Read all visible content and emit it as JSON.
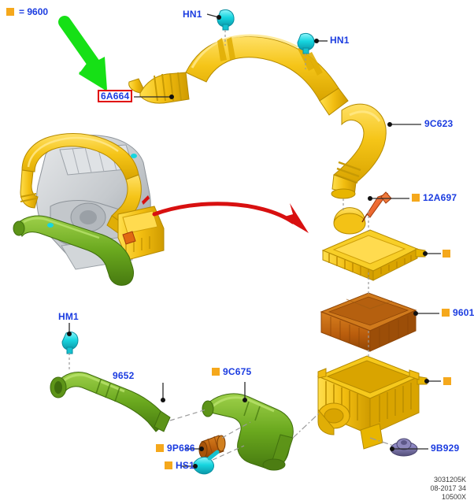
{
  "legend": {
    "marker_color": "#f5a81c",
    "text": "= 9600"
  },
  "highlight": {
    "label": "6A664",
    "arrow_color": "#16e016",
    "box_border_color": "#e00000",
    "text_color": "#1b3ce0"
  },
  "callouts": [
    {
      "id": "hn1-top",
      "label": "HN1",
      "square": false
    },
    {
      "id": "hn1-right",
      "label": "HN1",
      "square": false
    },
    {
      "id": "9c623",
      "label": "9C623",
      "square": false
    },
    {
      "id": "12a697",
      "label": "12A697",
      "square": true
    },
    {
      "id": "9601",
      "label": "9601",
      "square": true
    },
    {
      "id": "hm1",
      "label": "HM1",
      "square": false
    },
    {
      "id": "9652",
      "label": "9652",
      "square": false
    },
    {
      "id": "9c675",
      "label": "9C675",
      "square": true
    },
    {
      "id": "9p686",
      "label": "9P686",
      "square": true
    },
    {
      "id": "hs1",
      "label": "HS1",
      "square": true
    },
    {
      "id": "9b929",
      "label": "9B929",
      "square": false
    }
  ],
  "unlabeled_markers": [
    {
      "id": "cover-marker",
      "square": true
    },
    {
      "id": "housing-marker",
      "square": true
    }
  ],
  "colors": {
    "duct_yellow": "#f5c518",
    "duct_yellow_dark": "#d9a400",
    "duct_yellow_light": "#ffe066",
    "filter_brown": "#c4660f",
    "filter_brown_dark": "#9c4e08",
    "hose_green": "#6aa81e",
    "hose_green_dark": "#4c7d12",
    "hose_green_light": "#8fc93a",
    "clamp_cyan": "#17d6e0",
    "clamp_cyan_dark": "#0aa3b5",
    "grommet_purple": "#7a74a8",
    "sensor_orange": "#e8622a",
    "engine_grey": "#cfd2d6",
    "engine_grey_dark": "#9aa0a6",
    "red_arrow": "#d81010",
    "leader_line": "#2a2a2a"
  },
  "footer": {
    "line1": "3031205K",
    "line2": "08-2017 34",
    "line3": "10500X"
  }
}
